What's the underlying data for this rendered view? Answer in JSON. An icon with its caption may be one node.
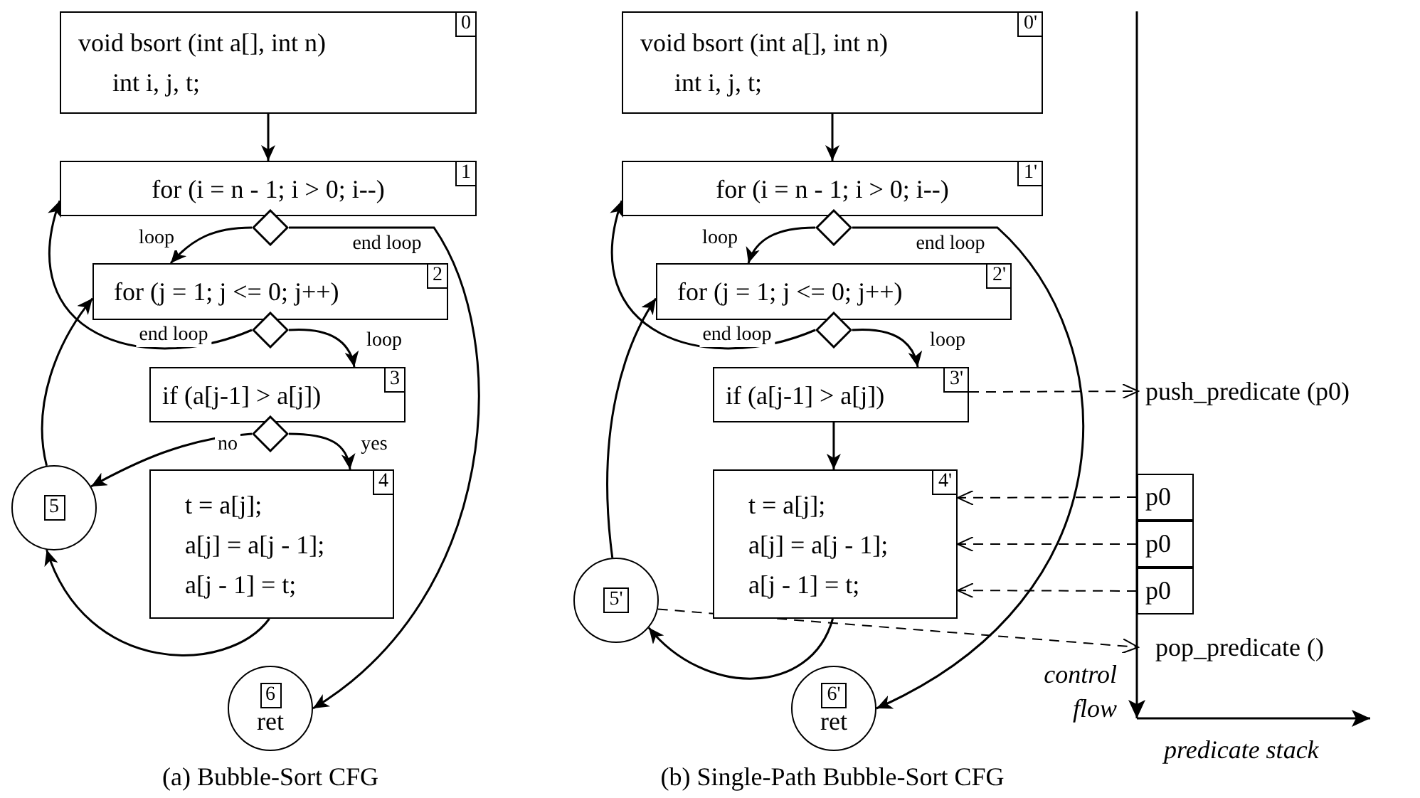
{
  "diagram": {
    "nodes": [
      {
        "text": [
          "0",
          "void bsort (int a[], int n)",
          "int i, j, t;"
        ]
      },
      {
        "text": [
          "1",
          "for (i = n - 1; i > 0; i--)"
        ]
      },
      {
        "text": [],
        "shape": "diamond"
      },
      {
        "text": [
          "2",
          "for (j = 1; j <= 0; j++)"
        ]
      },
      {
        "text": [],
        "shape": "diamond"
      },
      {
        "text": [
          "3",
          "if (a[j-1] > a[j])"
        ]
      },
      {
        "text": [],
        "shape": "diamond"
      },
      {
        "text": [
          "4",
          "t = a[j];",
          "a[j] = a[j - 1];",
          "a[j - 1] = t;"
        ]
      },
      {
        "text": [
          "5"
        ]
      },
      {
        "text": [
          "6",
          "ret"
        ]
      },
      {
        "text": [
          "0'",
          "void bsort (int a[], int n)",
          "int i, j, t;"
        ]
      },
      {
        "text": [
          "1'",
          "for (i = n - 1; i > 0; i--)"
        ]
      },
      {
        "text": [],
        "shape": "diamond"
      },
      {
        "text": [
          "2'",
          "for (j = 1; j <= 0; j++)"
        ]
      },
      {
        "text": [],
        "shape": "diamond"
      },
      {
        "text": [
          "3'",
          "if (a[j-1] > a[j])"
        ]
      },
      {
        "text": [
          "4'",
          "t = a[j];",
          "a[j] = a[j - 1];",
          "a[j - 1] = t;"
        ]
      },
      {
        "text": [
          "5'"
        ]
      },
      {
        "text": [
          "6'",
          "ret"
        ]
      },
      {
        "text": [
          "push_predicate (p0)"
        ]
      },
      {
        "text": [
          "p0"
        ]
      },
      {
        "text": [
          "p0"
        ]
      },
      {
        "text": [
          "p0"
        ]
      },
      {
        "text": [
          "pop_predicate ()"
        ]
      }
    ],
    "edges": [
      {
        "from": 0,
        "to": 1,
        "arrow": "to"
      },
      {
        "from": 2,
        "to": 3,
        "arrow": "to",
        "label": "loop"
      },
      {
        "from": 2,
        "to": 9,
        "arrow": "to",
        "label": "end loop"
      },
      {
        "from": 4,
        "to": 1,
        "arrow": "to",
        "label": "end loop"
      },
      {
        "from": 4,
        "to": 5,
        "arrow": "to",
        "label": "loop"
      },
      {
        "from": 6,
        "to": 8,
        "arrow": "to",
        "label": "no"
      },
      {
        "from": 6,
        "to": 7,
        "arrow": "to",
        "label": "yes"
      },
      {
        "from": 7,
        "to": 8,
        "arrow": "to"
      },
      {
        "from": 8,
        "to": 3,
        "arrow": "to"
      },
      {
        "from": 10,
        "to": 11,
        "arrow": "to"
      },
      {
        "from": 12,
        "to": 13,
        "arrow": "to",
        "label": "loop"
      },
      {
        "from": 12,
        "to": 18,
        "arrow": "to",
        "label": "end loop"
      },
      {
        "from": 14,
        "to": 11,
        "arrow": "to",
        "label": "end loop"
      },
      {
        "from": 14,
        "to": 15,
        "arrow": "to",
        "label": "loop"
      },
      {
        "from": 15,
        "to": 16,
        "arrow": "to"
      },
      {
        "from": 16,
        "to": 17,
        "arrow": "to"
      },
      {
        "from": 17,
        "to": 13,
        "arrow": "to"
      },
      {
        "from": 15,
        "to": 19,
        "arrow": "to",
        "style": "dashed"
      },
      {
        "from": 20,
        "to": 16,
        "arrow": "to",
        "style": "dashed"
      },
      {
        "from": 21,
        "to": 16,
        "arrow": "to",
        "style": "dashed"
      },
      {
        "from": 22,
        "to": 16,
        "arrow": "to",
        "style": "dashed"
      },
      {
        "from": 17,
        "to": 23,
        "arrow": "to",
        "style": "dashed"
      }
    ],
    "labels": [
      "(a) Bubble-Sort CFG",
      "(b) Single-Path Bubble-Sort CFG",
      "control flow",
      "predicate stack"
    ]
  }
}
